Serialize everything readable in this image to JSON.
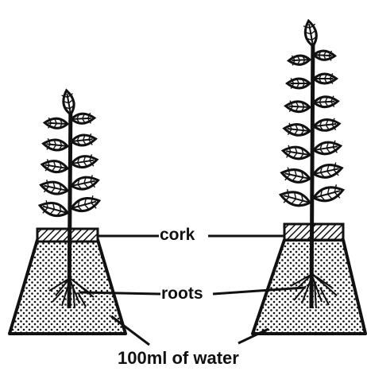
{
  "labels": {
    "cork": "cork",
    "roots": "roots",
    "water": "100ml of water"
  },
  "colors": {
    "ink": "#111111",
    "paper": "#ffffff"
  },
  "plants": [
    {
      "id": "left",
      "leaf_pairs": 5
    },
    {
      "id": "right",
      "leaf_pairs": 7
    }
  ]
}
